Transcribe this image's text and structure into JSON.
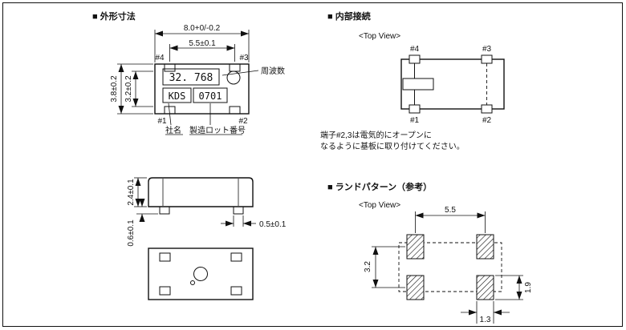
{
  "colors": {
    "ink": "#111111",
    "background": "#ffffff"
  },
  "common": {
    "top_view": "<Top View>"
  },
  "outline": {
    "title": "■ 外形寸法",
    "pins": {
      "p1": "#1",
      "p2": "#2",
      "p3": "#3",
      "p4": "#4"
    },
    "dims": {
      "body_width": "8.0+0/-0.2",
      "lead_span": "5.5±0.1",
      "height_overall": "3.8±0.2",
      "height_body": "3.2±0.2",
      "thickness": "2.4±0.1",
      "lead_height": "0.6±0.1",
      "lead_width": "0.5±0.1"
    },
    "marking": {
      "frequency": "32. 768",
      "maker": "KDS",
      "lot": "0701"
    },
    "callouts": {
      "frequency": "周波数",
      "maker": "社名",
      "lot": "製造ロット番号"
    }
  },
  "internal": {
    "title": "■ 内部接続",
    "pins": {
      "p1": "#1",
      "p2": "#2",
      "p3": "#3",
      "p4": "#4"
    },
    "note_line1": "端子#2,3は電気的にオープンに",
    "note_line2": "なるように基板に取り付けてください。"
  },
  "land": {
    "title": "■ ランドパターン（参考）",
    "dims": {
      "pad_pitch_x": "5.5",
      "pad_pitch_y": "3.2",
      "pad_height": "1.9",
      "pad_width": "1.3"
    }
  }
}
